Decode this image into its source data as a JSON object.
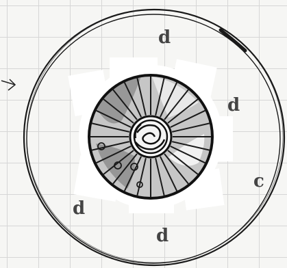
{
  "labels": {
    "d_top": "d",
    "d_right": "d",
    "c": "c",
    "d_left": "d",
    "d_bottom": "d"
  },
  "colors": {
    "ink": "#1a1a1a",
    "label": "#444444",
    "grid": "#d6d6d6",
    "shade": "#9a9a9a",
    "paper": "#f6f6f4"
  }
}
